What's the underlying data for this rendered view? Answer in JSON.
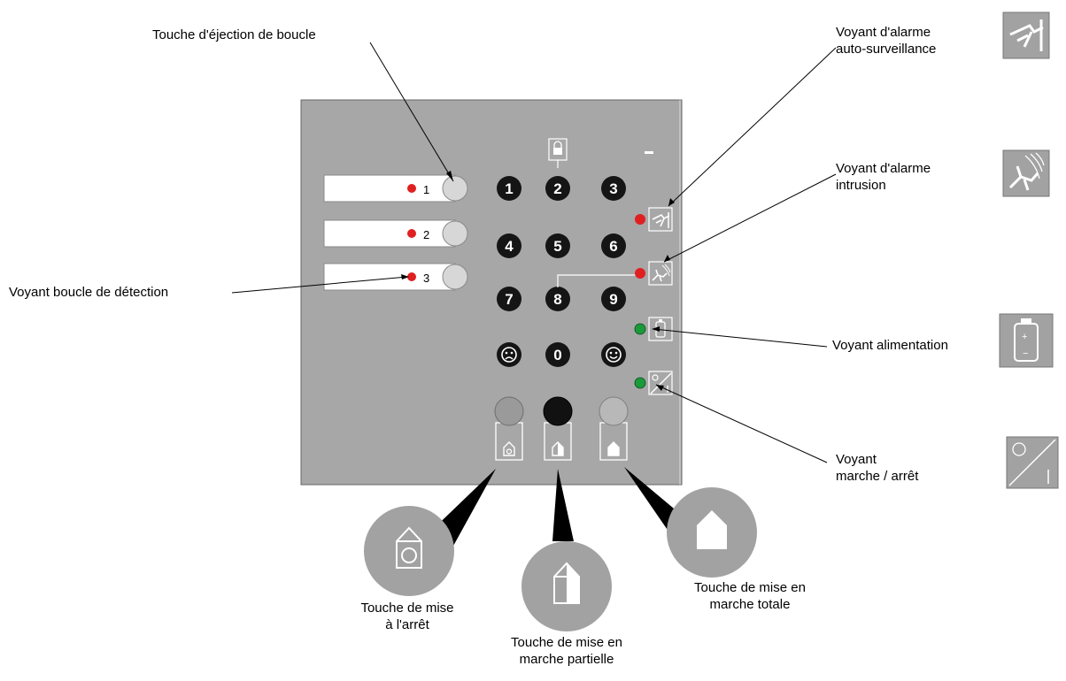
{
  "labels": {
    "loop_eject_key": "Touche d'éjection de boucle",
    "tamper_alarm_led": [
      "Voyant d'alarme",
      "auto-surveillance"
    ],
    "intrusion_alarm_led": [
      "Voyant d'alarme",
      "intrusion"
    ],
    "detection_loop_led": "Voyant boucle de détection",
    "power_led": "Voyant alimentation",
    "on_off_led": [
      "Voyant",
      "marche / arrêt"
    ],
    "disarm_key": [
      "Touche de mise",
      "à l'arrêt"
    ],
    "partial_arm_key": [
      "Touche de mise en",
      "marche partielle"
    ],
    "full_arm_key": [
      "Touche de mise en",
      "marche totale"
    ]
  },
  "loops": [
    {
      "number": "1",
      "led_color": "#e02020"
    },
    {
      "number": "2",
      "led_color": "#e02020"
    },
    {
      "number": "3",
      "led_color": "#e02020"
    }
  ],
  "keypad": {
    "rows": [
      [
        "1",
        "2",
        "3"
      ],
      [
        "4",
        "5",
        "6"
      ],
      [
        "7",
        "8",
        "9"
      ],
      [
        "sad-face",
        "0",
        "smiley-face"
      ]
    ]
  },
  "status_leds": [
    {
      "name": "tamper",
      "color": "#e02020",
      "icon": "tamper-icon"
    },
    {
      "name": "intrusion",
      "color": "#e02020",
      "icon": "intrusion-icon"
    },
    {
      "name": "power",
      "color": "#1a9a3a",
      "icon": "battery-icon"
    },
    {
      "name": "on-off",
      "color": "#1a9a3a",
      "icon": "switch-icon"
    }
  ],
  "arm_buttons": [
    {
      "name": "disarm",
      "color": "#9a9a9a",
      "icon": "house-circle-icon"
    },
    {
      "name": "partial-arm",
      "color": "#111111",
      "icon": "house-half-icon"
    },
    {
      "name": "full-arm",
      "color": "#b8b8b8",
      "icon": "house-full-icon"
    }
  ],
  "colors": {
    "panel": "#a7a7a7",
    "key": "#151515",
    "loop_button": "#d7d7d7",
    "zoom_circle": "#a2a2a2"
  }
}
